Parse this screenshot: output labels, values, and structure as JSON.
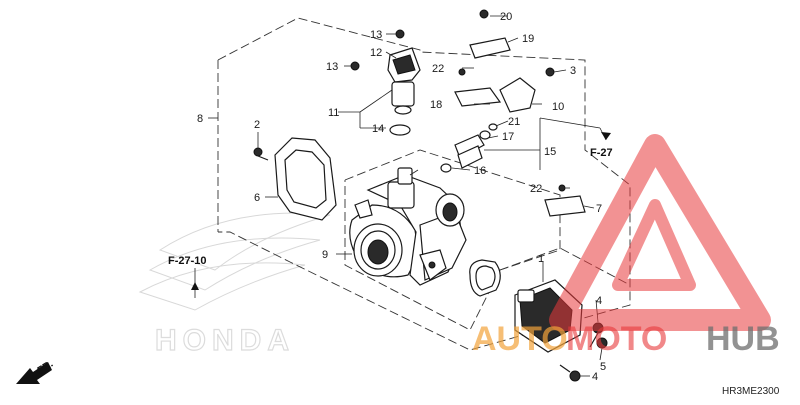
{
  "diagram": {
    "callouts": [
      "1",
      "2",
      "3",
      "4",
      "4",
      "5",
      "6",
      "7",
      "8",
      "9",
      "10",
      "11",
      "12",
      "13",
      "13",
      "14",
      "15",
      "16",
      "17",
      "18",
      "19",
      "20",
      "21",
      "22",
      "22"
    ],
    "refs": [
      "F-27",
      "F-27-10"
    ],
    "front_marker": "FR.",
    "code": "HR3ME2300",
    "brand_ghost": "HONDA",
    "watermark": {
      "text_orange": "AUTO",
      "text_red": "MOTO",
      "text_gray": "HUB",
      "color_orange": "#f2a33a",
      "color_red": "#e8383b",
      "color_gray": "#6d6d6d"
    }
  }
}
